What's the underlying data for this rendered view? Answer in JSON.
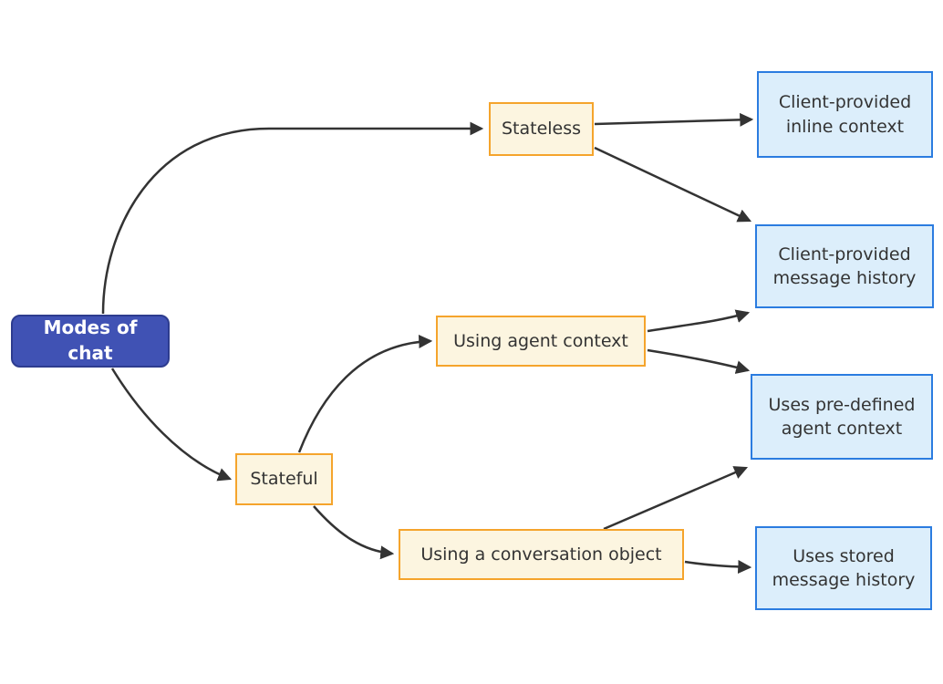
{
  "diagram": {
    "type": "flowchart",
    "direction": "left-to-right",
    "nodes": [
      {
        "id": "modes-of-chat",
        "label": "Modes of chat",
        "kind": "root"
      },
      {
        "id": "stateless",
        "label": "Stateless",
        "kind": "branch"
      },
      {
        "id": "stateful",
        "label": "Stateful",
        "kind": "branch"
      },
      {
        "id": "using-agent-context",
        "label": "Using agent context",
        "kind": "branch"
      },
      {
        "id": "using-a-conversation-object",
        "label": "Using a conversation object",
        "kind": "branch"
      },
      {
        "id": "client-provided-inline-context",
        "label": "Client-provided inline context",
        "kind": "leaf"
      },
      {
        "id": "client-provided-message-history",
        "label": "Client-provided message history",
        "kind": "leaf"
      },
      {
        "id": "uses-pre-defined-agent-context",
        "label": "Uses pre-defined agent context",
        "kind": "leaf"
      },
      {
        "id": "uses-stored-message-history",
        "label": "Uses stored message history",
        "kind": "leaf"
      }
    ],
    "edges": [
      {
        "from": "modes-of-chat",
        "to": "stateless"
      },
      {
        "from": "modes-of-chat",
        "to": "stateful"
      },
      {
        "from": "stateless",
        "to": "client-provided-inline-context"
      },
      {
        "from": "stateless",
        "to": "client-provided-message-history"
      },
      {
        "from": "stateful",
        "to": "using-agent-context"
      },
      {
        "from": "stateful",
        "to": "using-a-conversation-object"
      },
      {
        "from": "using-agent-context",
        "to": "client-provided-message-history"
      },
      {
        "from": "using-agent-context",
        "to": "uses-pre-defined-agent-context"
      },
      {
        "from": "using-a-conversation-object",
        "to": "uses-pre-defined-agent-context"
      },
      {
        "from": "using-a-conversation-object",
        "to": "uses-stored-message-history"
      }
    ],
    "colors": {
      "root_fill": "#4052b4",
      "root_border": "#2d3c8f",
      "root_text": "#ffffff",
      "branch_fill": "#fcf5e0",
      "branch_border": "#f5a42c",
      "leaf_fill": "#dceefb",
      "leaf_border": "#2b7ce0",
      "edge": "#333333",
      "text": "#333333",
      "background": "#ffffff"
    }
  }
}
